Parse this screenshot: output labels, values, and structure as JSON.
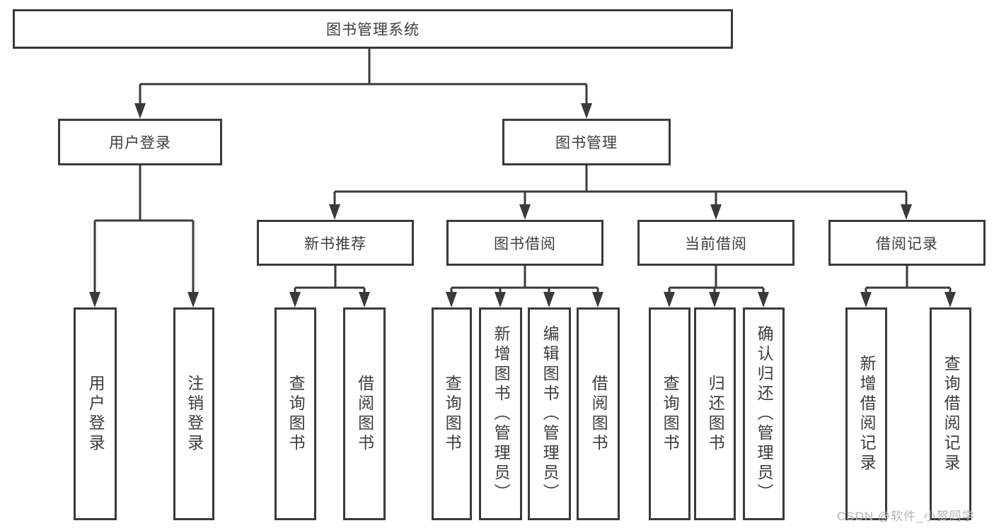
{
  "tree": {
    "root": "图书管理系统",
    "children": [
      {
        "label": "用户登录",
        "children": [
          "用户登录",
          "注销登录"
        ]
      },
      {
        "label": "图书管理",
        "children": [
          {
            "label": "新书推荐",
            "children": [
              "查询图书",
              "借阅图书"
            ]
          },
          {
            "label": "图书借阅",
            "children": [
              "查询图书",
              "新增图书（管理员）",
              "编辑图书（管理员）",
              "借阅图书"
            ]
          },
          {
            "label": "当前借阅",
            "children": [
              "查询图书",
              "归还图书",
              "确认归还（管理员）"
            ]
          },
          {
            "label": "借阅记录",
            "children": [
              "新增借阅记录",
              "查询借阅记录"
            ]
          }
        ]
      }
    ]
  },
  "watermark": "CSDN @软件_小贺同学",
  "colors": {
    "line": "#3a3a3a",
    "text": "#3d3d3d",
    "watermark": "#b4b4b4",
    "background": "#ffffff"
  }
}
